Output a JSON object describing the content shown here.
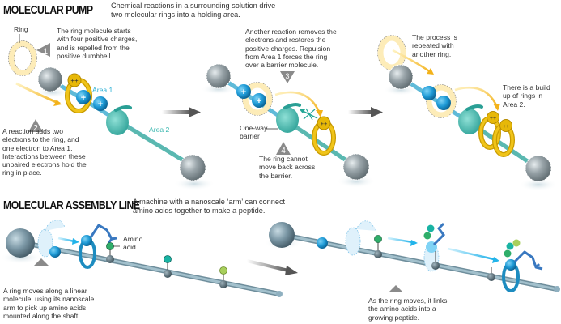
{
  "pump": {
    "title": "MOLECULAR PUMP",
    "description_line1": "Chemical reactions in a surrounding solution drive",
    "description_line2": "two molecular rings into a holding area.",
    "ring_label": "Ring",
    "area1_label": "Area 1",
    "area2_label": "Area 2",
    "barrier_label_line1": "One-way",
    "barrier_label_line2": "barrier",
    "steps": [
      {
        "number": "1",
        "lines": [
          "The ring molecule starts",
          "with four positive charges,",
          "and is repelled from the",
          "positive dumbbell."
        ]
      },
      {
        "number": "2",
        "lines": [
          "A reaction adds two",
          "electrons to the ring, and",
          "one electron to Area 1.",
          "Interactions between these",
          "unpaired electrons hold the",
          "ring in place."
        ]
      },
      {
        "number": "3",
        "lines": [
          "Another reaction removes the",
          "electrons and restores the",
          "positive charges. Repulsion",
          "from Area 1 forces the ring",
          "over a barrier molecule."
        ]
      },
      {
        "number": "4",
        "lines": [
          "The ring cannot",
          "move back across",
          "the barrier."
        ]
      }
    ],
    "notes": [
      {
        "lines": [
          "The process is",
          "repeated with",
          "another ring."
        ]
      },
      {
        "lines": [
          "There is a build",
          "up of rings in",
          "Area 2."
        ]
      }
    ],
    "charge_symbol": "+"
  },
  "assembly": {
    "title": "MOLECULAR ASSEMBLY LINE",
    "description_line1": "A machine with a nanoscale ‘arm’ can connect",
    "description_line2": "amino acids together to make a peptide.",
    "amino_label_line1": "Amino",
    "amino_label_line2": "acid",
    "captions": [
      {
        "lines": [
          "A ring moves along a linear",
          "molecule, using its nanoscale",
          "arm to pick up amino acids",
          "mounted along the shaft."
        ]
      },
      {
        "lines": [
          "As the ring moves, it links",
          "the amino acids into a",
          "growing peptide."
        ]
      }
    ]
  },
  "colors": {
    "gold": "#e8b800",
    "blue_bead": "#1e9ad6",
    "teal": "#3dbdb0",
    "rod_pump": "#6cc4e0",
    "grey_sphere": "#8a9498",
    "ghost_ring": "#fdf0c8",
    "yellow_arrow": "#f3b21a",
    "cyan_arrow": "#22b4ea",
    "big_arrow": "#555555",
    "badge": "#8a8a8a",
    "amino_green": "#2fae6a",
    "amino_teal": "#19b3a3",
    "amino_lime": "#a8cf5c",
    "assembly_rod": "#8fb0c0",
    "assembly_ring": "#1d8cc0"
  }
}
